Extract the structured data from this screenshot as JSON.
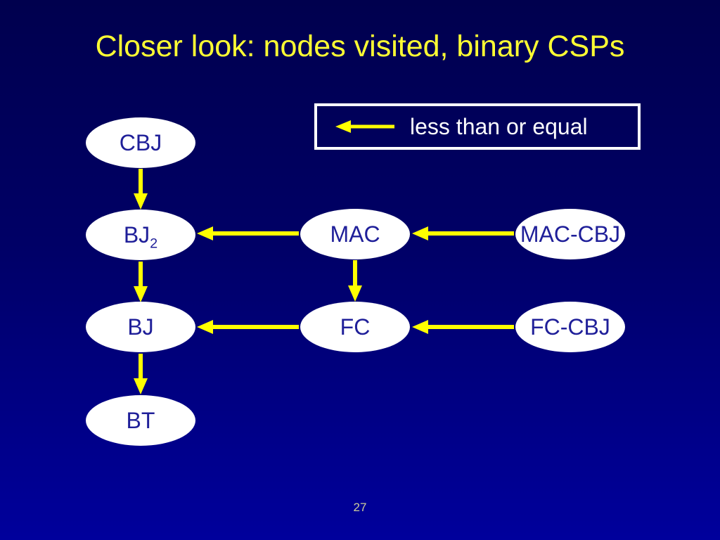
{
  "slide": {
    "title": "Closer look: nodes visited, binary CSPs",
    "page_number": "27"
  },
  "legend": {
    "label": "less than or equal",
    "arrow_icon": "left-arrow"
  },
  "diagram": {
    "nodes": [
      {
        "id": "cbj",
        "label": "CBJ",
        "sub": ""
      },
      {
        "id": "bj2",
        "label": "BJ",
        "sub": "2"
      },
      {
        "id": "mac",
        "label": "MAC",
        "sub": ""
      },
      {
        "id": "mac-cbj",
        "label": "MAC-CBJ",
        "sub": ""
      },
      {
        "id": "bj",
        "label": "BJ",
        "sub": ""
      },
      {
        "id": "fc",
        "label": "FC",
        "sub": ""
      },
      {
        "id": "fc-cbj",
        "label": "FC-CBJ",
        "sub": ""
      },
      {
        "id": "bt",
        "label": "BT",
        "sub": ""
      }
    ],
    "edges": [
      {
        "from": "CBJ",
        "to": "BJ2",
        "relation": "less than or equal"
      },
      {
        "from": "MAC",
        "to": "BJ2",
        "relation": "less than or equal"
      },
      {
        "from": "MAC-CBJ",
        "to": "MAC",
        "relation": "less than or equal"
      },
      {
        "from": "BJ2",
        "to": "BJ",
        "relation": "less than or equal"
      },
      {
        "from": "MAC",
        "to": "FC",
        "relation": "less than or equal"
      },
      {
        "from": "FC",
        "to": "BJ",
        "relation": "less than or equal"
      },
      {
        "from": "FC-CBJ",
        "to": "FC",
        "relation": "less than or equal"
      },
      {
        "from": "BJ",
        "to": "BT",
        "relation": "less than or equal"
      }
    ]
  },
  "colors": {
    "background_top": "#00004e",
    "background_bottom": "#00009c",
    "title_text": "#ffff33",
    "arrow_accent": "#ffff00",
    "node_fill": "#ffffff",
    "node_text": "#1f1f99",
    "legend_border": "#ffffff",
    "legend_text": "#ffffff",
    "page_number_text": "#cccc99"
  }
}
